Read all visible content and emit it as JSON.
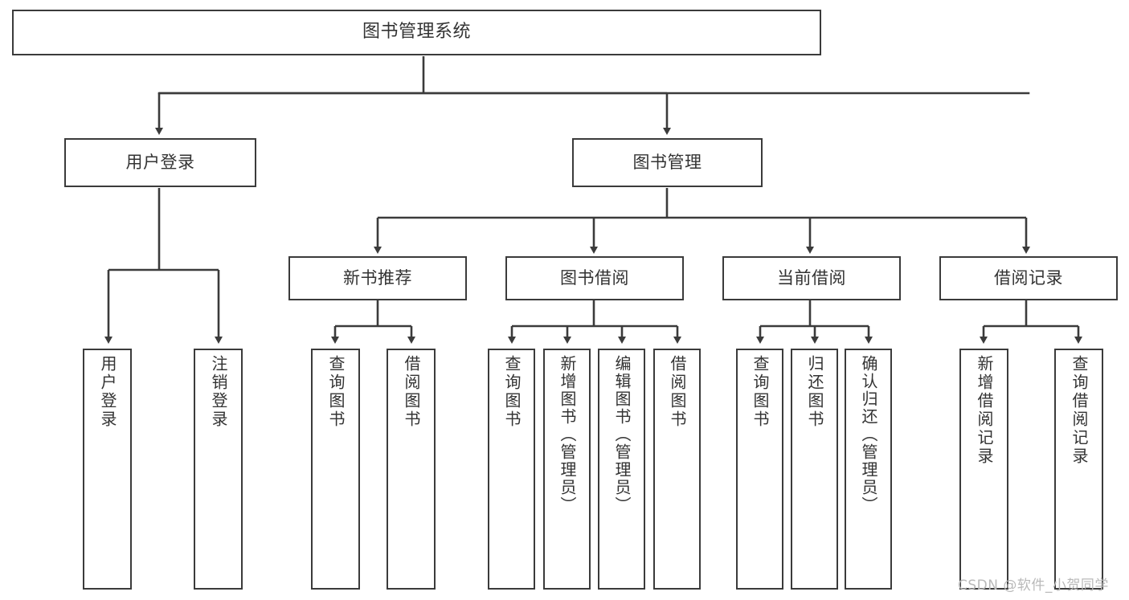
{
  "diagram": {
    "title": "图书管理系统",
    "type": "tree-hierarchy-chart",
    "orientation": "top-down",
    "colors": {
      "background": "#ffffff",
      "node_border": "#3b3b3b",
      "node_fill": "#ffffff",
      "text": "#333333",
      "edge": "#3b3b3b",
      "watermark": "#b9b9b9"
    },
    "watermark": "CSDN @软件_小贺同学"
  },
  "nodes": {
    "root": {
      "label": "图书管理系统"
    },
    "level2": [
      {
        "id": "user-login",
        "label": "用户登录"
      },
      {
        "id": "book-manage",
        "label": "图书管理"
      }
    ],
    "level3": [
      {
        "id": "new-book-recommend",
        "label": "新书推荐"
      },
      {
        "id": "book-borrow",
        "label": "图书借阅"
      },
      {
        "id": "current-borrow",
        "label": "当前借阅"
      },
      {
        "id": "borrow-record",
        "label": "借阅记录"
      }
    ],
    "leaves": {
      "user_login": [
        {
          "id": "leaf-user-login",
          "label": "用户登录"
        },
        {
          "id": "leaf-logout-login",
          "label": "注销登录"
        }
      ],
      "new_book_recommend": [
        {
          "id": "leaf-query-book-1",
          "label": "查询图书"
        },
        {
          "id": "leaf-borrow-book-1",
          "label": "借阅图书"
        }
      ],
      "book_borrow": [
        {
          "id": "leaf-query-book-2",
          "label": "查询图书"
        },
        {
          "id": "leaf-add-book",
          "label": "新增图书（管理员）"
        },
        {
          "id": "leaf-edit-book",
          "label": "编辑图书（管理员）"
        },
        {
          "id": "leaf-borrow-book-2",
          "label": "借阅图书"
        }
      ],
      "current_borrow": [
        {
          "id": "leaf-query-book-3",
          "label": "查询图书"
        },
        {
          "id": "leaf-return-book",
          "label": "归还图书"
        },
        {
          "id": "leaf-confirm-return",
          "label": "确认归还（管理员）"
        }
      ],
      "borrow_record": [
        {
          "id": "leaf-add-record",
          "label": "新增借阅记录"
        },
        {
          "id": "leaf-query-record",
          "label": "查询借阅记录"
        }
      ]
    }
  }
}
